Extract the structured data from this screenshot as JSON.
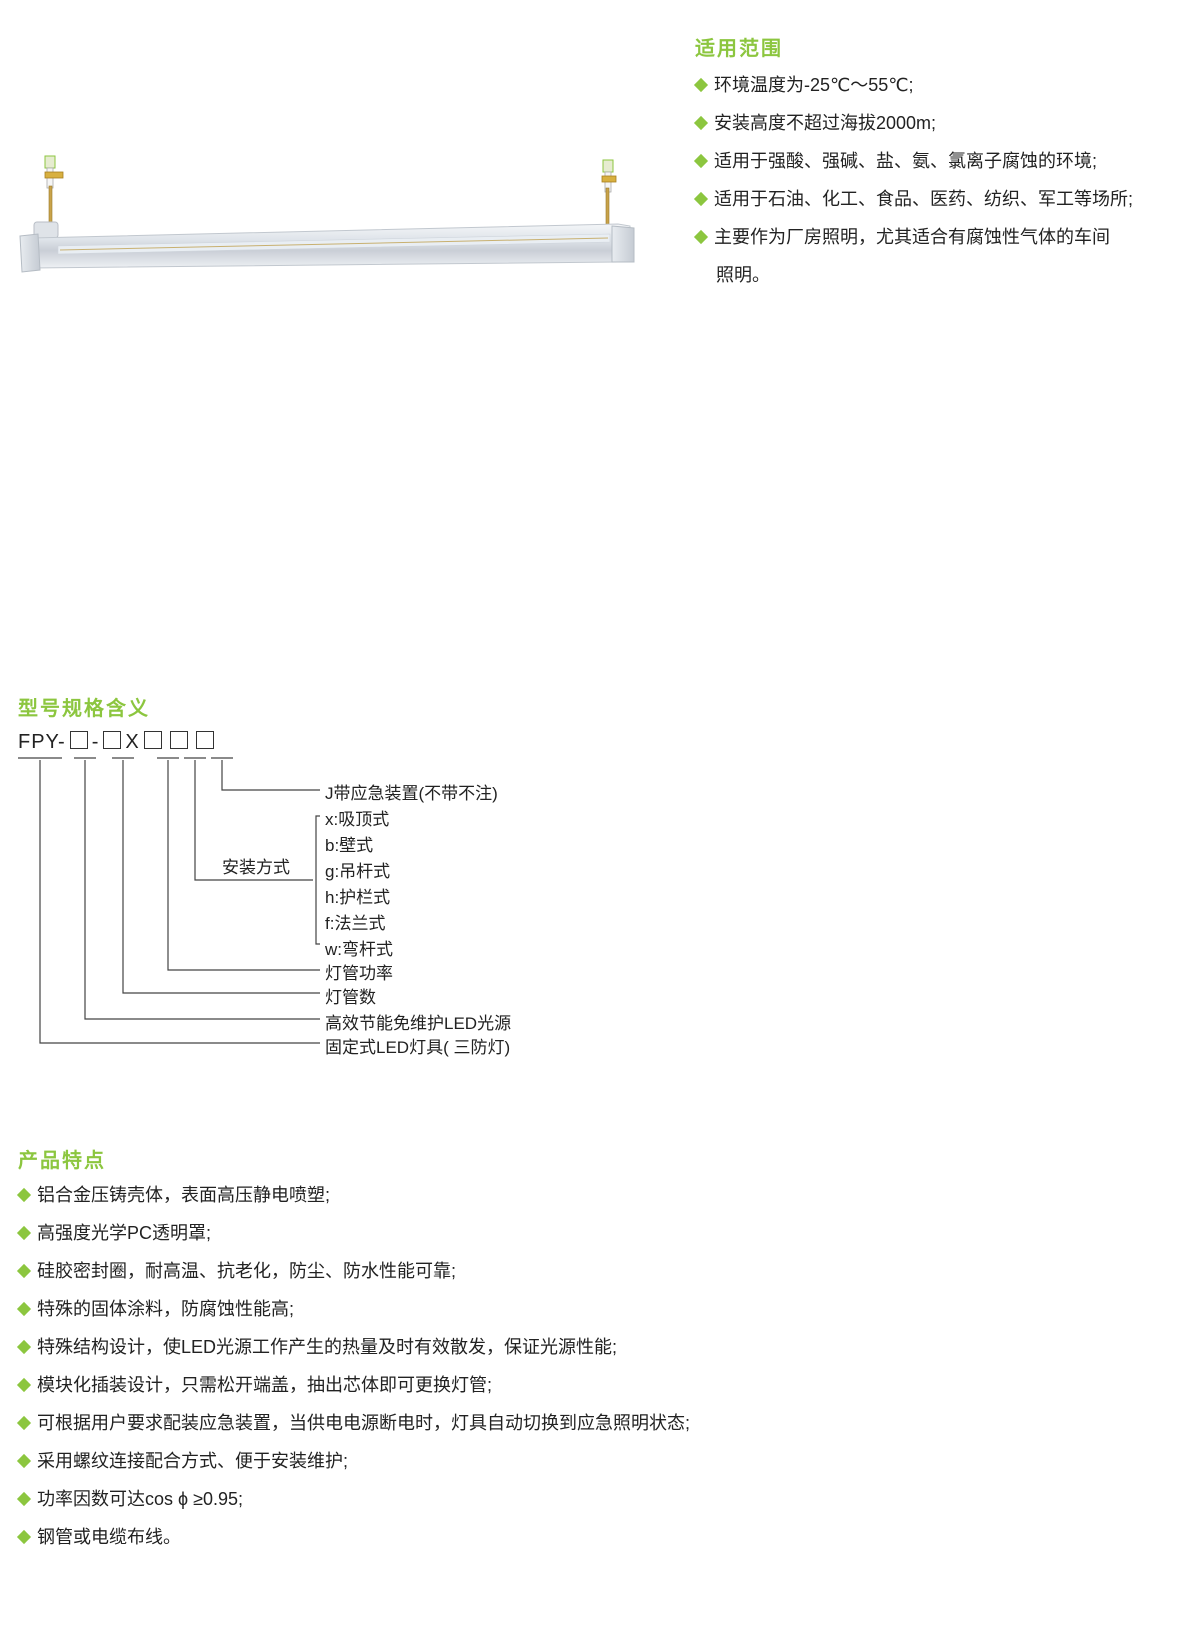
{
  "scope": {
    "title": "适用范围",
    "items": [
      "环境温度为-25℃～55℃;",
      "安装高度不超过海拔2000m;",
      "适用于强酸、强碱、盐、氨、氯离子腐蚀的环境;",
      "适用于石油、化工、食品、医药、纺织、军工等场所;",
      "主要作为厂房照明，尤其适合有腐蚀性气体的车间"
    ],
    "item5_cont": "照明。"
  },
  "model": {
    "title": "型号规格含义",
    "code_prefix": "FPY-",
    "code_dash": "-",
    "code_x": "X",
    "labels": {
      "emergency": "J带应急装置(不带不注)",
      "install_method": "安装方式",
      "x": "x:吸顶式",
      "b": "b:壁式",
      "g": "g:吊杆式",
      "h": "h:护栏式",
      "f": "f:法兰式",
      "w": "w:弯杆式",
      "tube_power": "灯管功率",
      "tube_count": "灯管数",
      "led_source": "高效节能免维护LED光源",
      "fixture": "固定式LED灯具( 三防灯)"
    }
  },
  "features": {
    "title": "产品特点",
    "items": [
      "铝合金压铸壳体，表面高压静电喷塑;",
      "高强度光学PC透明罩;",
      "硅胶密封圈，耐高温、抗老化，防尘、防水性能可靠;",
      "特殊的固体涂料，防腐蚀性能高;",
      "特殊结构设计，使LED光源工作产生的热量及时有效散发，保证光源性能;",
      "模块化插装设计，只需松开端盖，抽出芯体即可更换灯管;",
      "可根据用户要求配装应急装置，当供电电源断电时，灯具自动切换到应急照明状态;",
      "采用螺纹连接配合方式、便于安装维护;",
      "功率因数可达cos ϕ ≥0.95;",
      "钢管或电缆布线。"
    ]
  },
  "colors": {
    "accent": "#8cc63f",
    "text": "#222222",
    "line": "#444444"
  }
}
